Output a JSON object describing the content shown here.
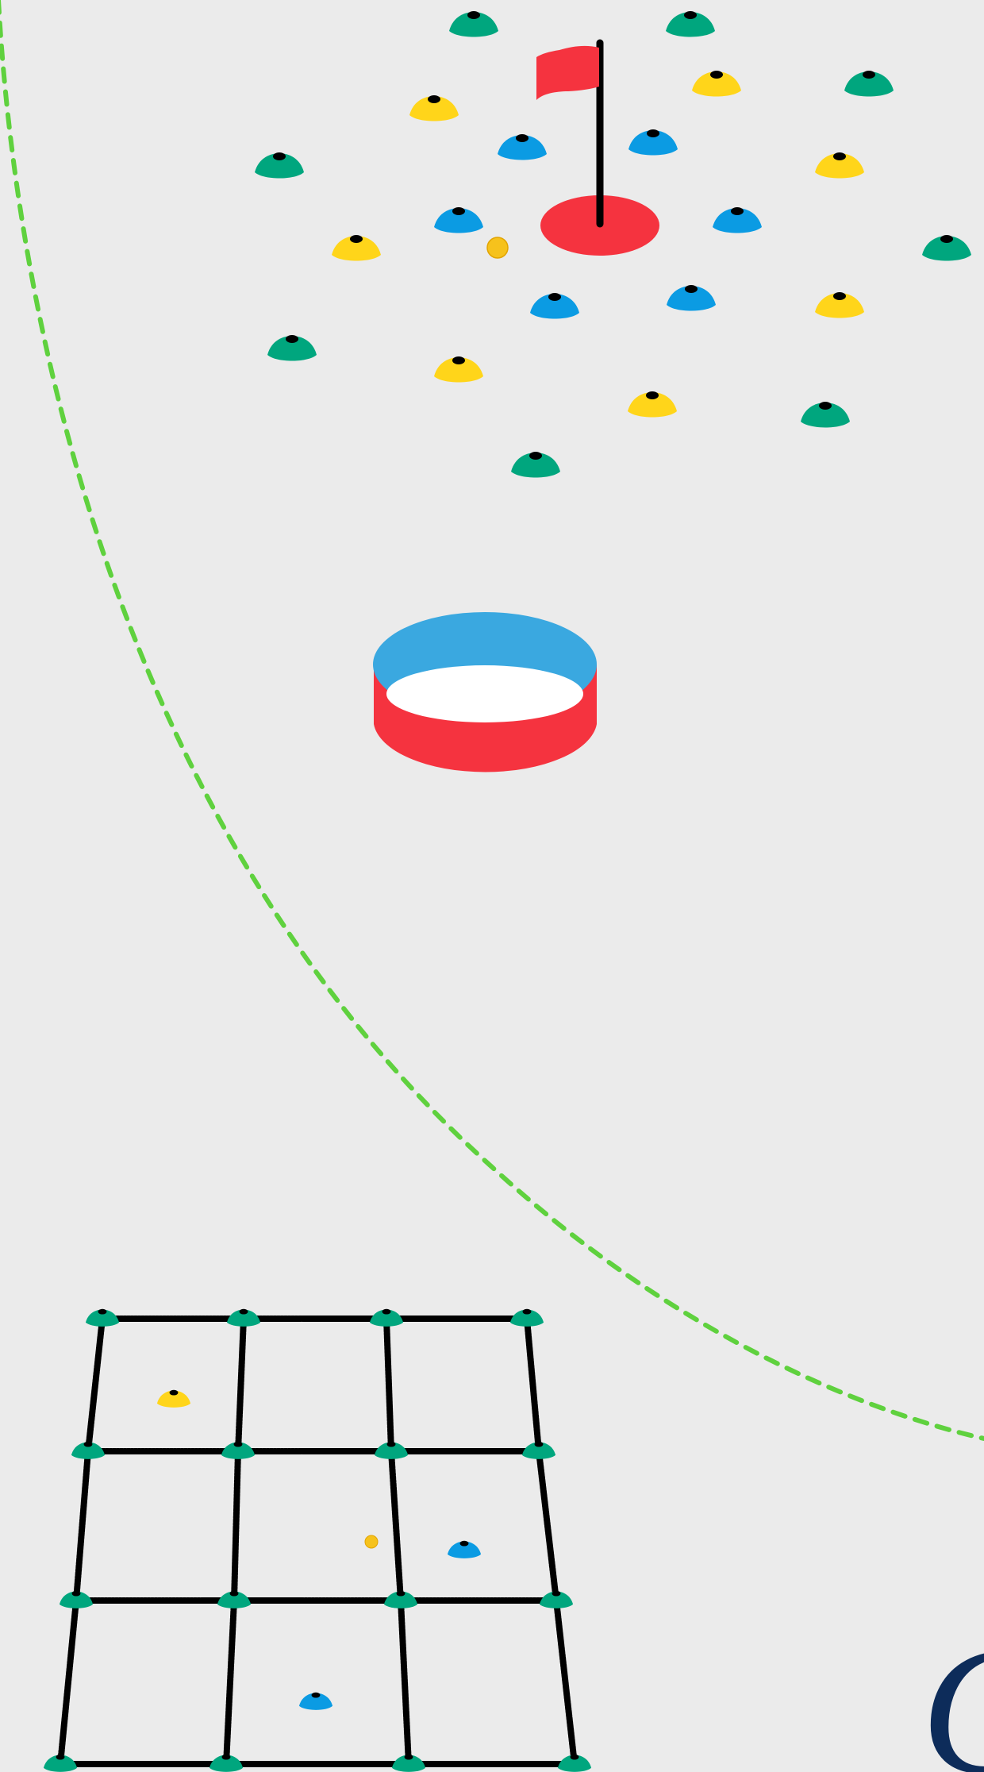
{
  "drill": {
    "background_color": "#ebebeb",
    "boundary": {
      "style": "dashed",
      "color": "#5fd13e"
    },
    "flag": {
      "color": "#f5333f",
      "pole_color": "#000000",
      "hole_color": "#f5333f"
    },
    "ring": {
      "outer_color": "#f5333f",
      "inner_color": "#3aa8e0",
      "center_color": "#ffffff"
    },
    "cone_colors": {
      "green": "#00a67e",
      "yellow": "#ffd51a",
      "blue": "#0b9be3"
    },
    "balls": [
      {
        "id": "ball-near-flag",
        "color": "#f6c21c"
      },
      {
        "id": "ball-in-grid",
        "color": "#f6c21c"
      }
    ],
    "grid": {
      "rows": 3,
      "cols": 4,
      "line_color": "#000000",
      "cone_color": "green"
    },
    "signature_glyph": "C",
    "signature_color": "#0d2c5a"
  }
}
